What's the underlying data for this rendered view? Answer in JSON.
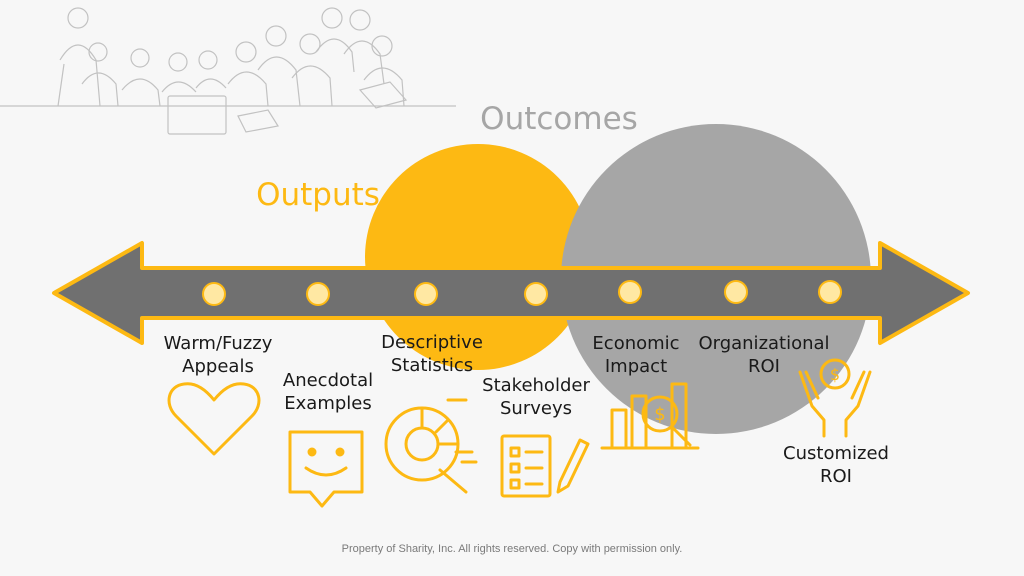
{
  "colors": {
    "accent": "#FDB913",
    "gray_circle": "#A6A6A6",
    "arrow_fill": "#707070",
    "outcomes_text": "#A6A6A6",
    "icon_stroke": "#FDB913"
  },
  "diagram": {
    "outcomes_label": "Outcomes",
    "outputs_label": "Outputs",
    "stages": [
      {
        "line1": "Warm/Fuzzy",
        "line2": "Appeals",
        "icon": "heart-icon"
      },
      {
        "line1": "Anecdotal",
        "line2": "Examples",
        "icon": "smiley-speech-bubble-icon"
      },
      {
        "line1": "Descriptive",
        "line2": "Statistics",
        "icon": "pie-chart-magnifier-icon"
      },
      {
        "line1": "Stakeholder",
        "line2": "Surveys",
        "icon": "survey-checklist-pencil-icon"
      },
      {
        "line1": "Economic",
        "line2": "Impact",
        "icon": "bar-chart-dollar-magnifier-icon"
      },
      {
        "line1": "Organizational",
        "line2": "ROI",
        "icon": "hands-dollar-coin-icon"
      },
      {
        "line1": "Customized",
        "line2": "ROI",
        "icon": "timeline-node-icon"
      }
    ]
  },
  "footer": "Property of Sharity, Inc. All rights reserved. Copy with permission only."
}
